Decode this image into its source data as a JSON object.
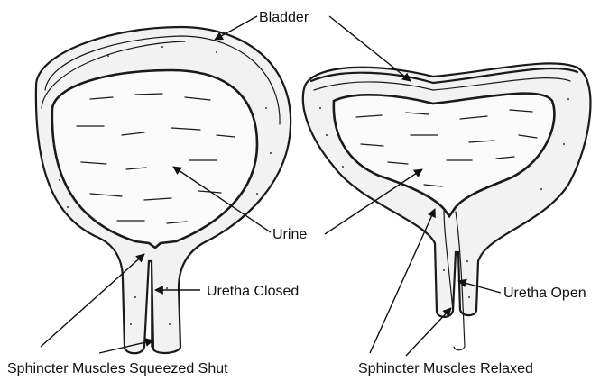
{
  "labels": {
    "bladder": "Bladder",
    "urine": "Urine",
    "urethra_closed": "Uretha Closed",
    "urethra_open": "Uretha Open",
    "sphincter_shut": "Sphincter Muscles Squeezed Shut",
    "sphincter_relaxed": "Sphincter Muscles Relaxed"
  },
  "colors": {
    "ink": "#1a1a1a",
    "wall": "#f2f2f2",
    "background": "#ffffff"
  }
}
